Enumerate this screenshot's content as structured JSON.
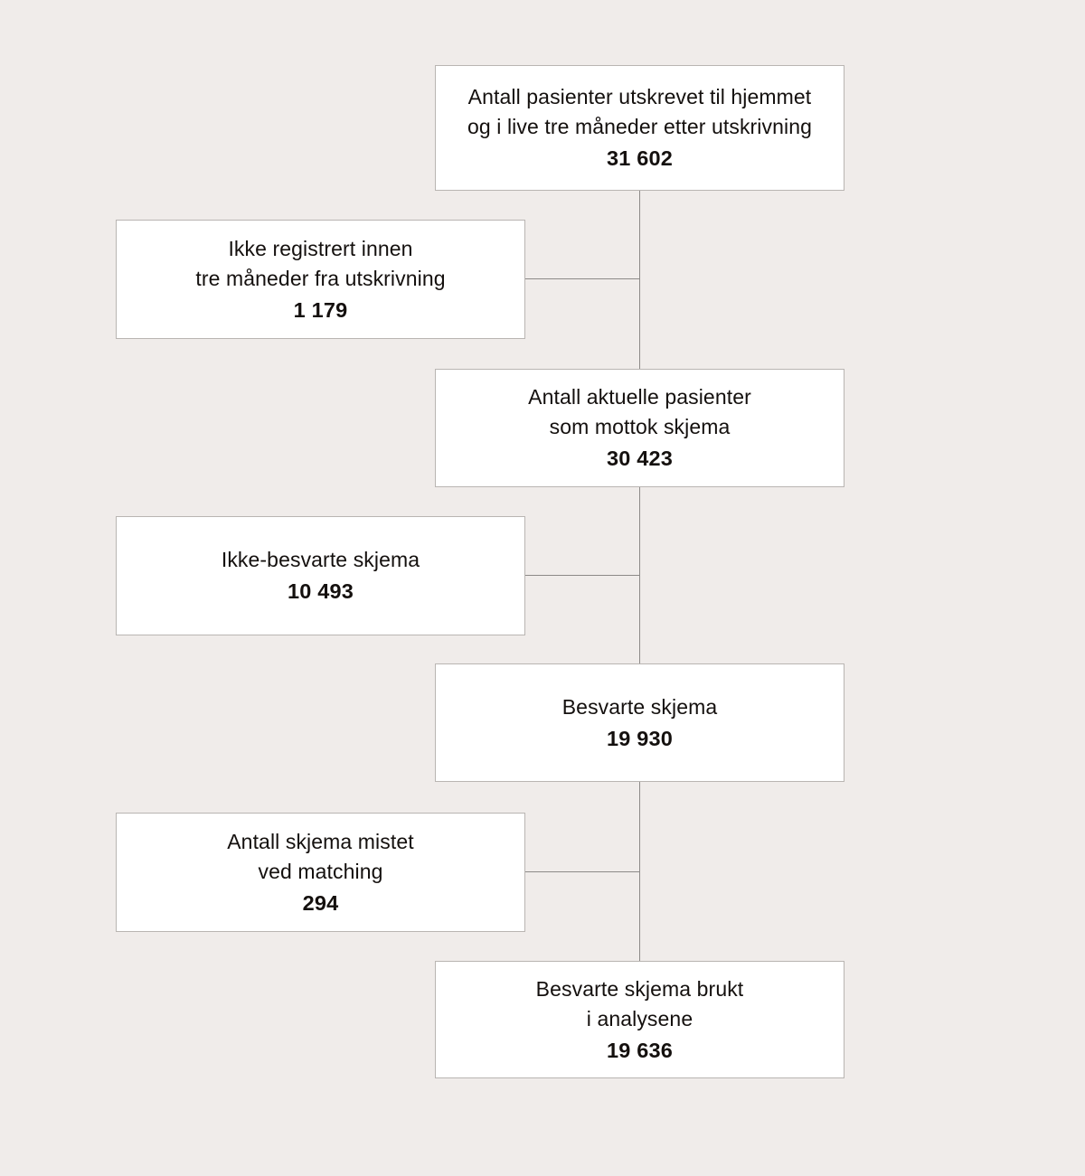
{
  "diagram": {
    "type": "flowchart",
    "title": "",
    "background_color": "#f0ecea",
    "box_fill_color": "#ffffff",
    "box_border_color": "#b9b5b2",
    "line_color": "#8d8a88",
    "text_color": "#14100e",
    "language": "no"
  },
  "nodes": {
    "discharged": {
      "label": "Antall pasienter utskrevet til hjemmet\nog i live tre måneder etter utskrivning",
      "value": "31 602"
    },
    "not_registered": {
      "label": "Ikke registrert innen\ntre måneder fra utskrivning",
      "value": "1 179"
    },
    "received": {
      "label": "Antall aktuelle pasienter\nsom mottok skjema",
      "value": "30 423"
    },
    "unanswered": {
      "label": "Ikke-besvarte skjema",
      "value": "10 493"
    },
    "answered": {
      "label": "Besvarte skjema",
      "value": "19 930"
    },
    "lost_matching": {
      "label": "Antall skjema mistet\nved matching",
      "value": "294"
    },
    "analysed": {
      "label": "Besvarte skjema brukt\ni analysene",
      "value": "19 636"
    }
  },
  "flow": {
    "main_sequence": [
      "discharged",
      "received",
      "answered",
      "analysed"
    ],
    "exclusions": [
      {
        "from": "discharged",
        "node": "not_registered",
        "count": "1 179"
      },
      {
        "from": "received",
        "node": "unanswered",
        "count": "10 493"
      },
      {
        "from": "answered",
        "node": "lost_matching",
        "count": "294"
      }
    ]
  }
}
